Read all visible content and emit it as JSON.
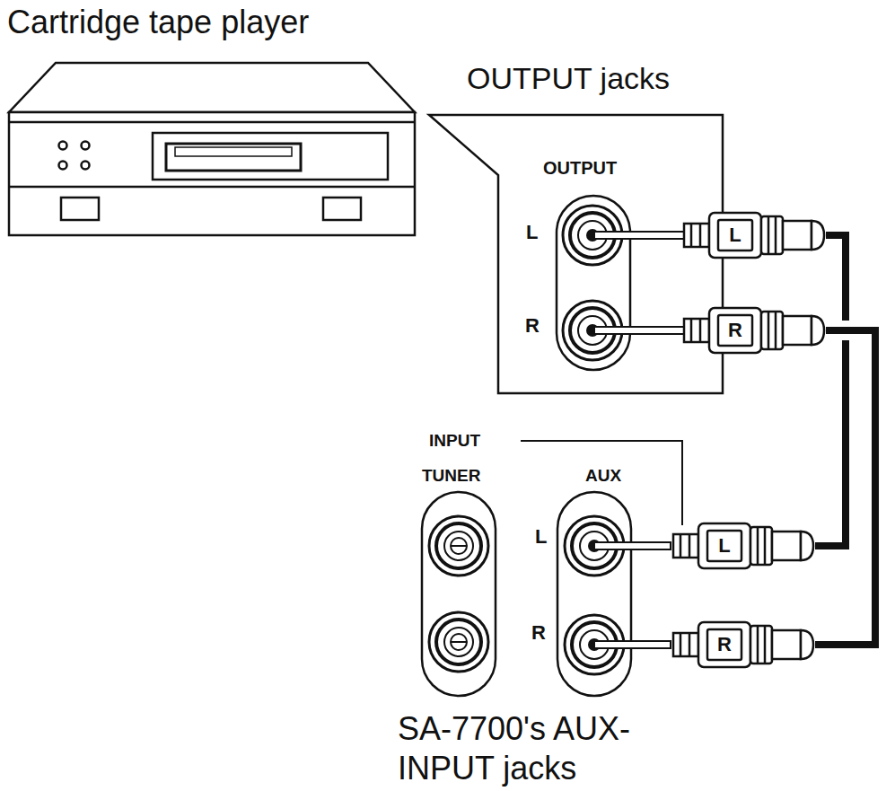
{
  "diagram": {
    "nodes": [
      {
        "text": [
          "OUTPUT jacks",
          "OUTPUT"
        ]
      },
      {
        "text": [
          "L"
        ]
      },
      {
        "text": [
          "R"
        ]
      },
      {
        "text": [
          "L"
        ]
      },
      {
        "text": [
          "R"
        ]
      }
    ],
    "edges": [
      {
        "from": 1,
        "to": 3,
        "arrow": "none"
      },
      {
        "from": 2,
        "to": 4,
        "arrow": "none"
      }
    ],
    "labels": [
      "Cartridge tape player",
      "L",
      "R",
      "INPUT",
      "TUNER",
      "AUX",
      "L",
      "R",
      "SA-7700's AUX- INPUT jacks"
    ]
  }
}
